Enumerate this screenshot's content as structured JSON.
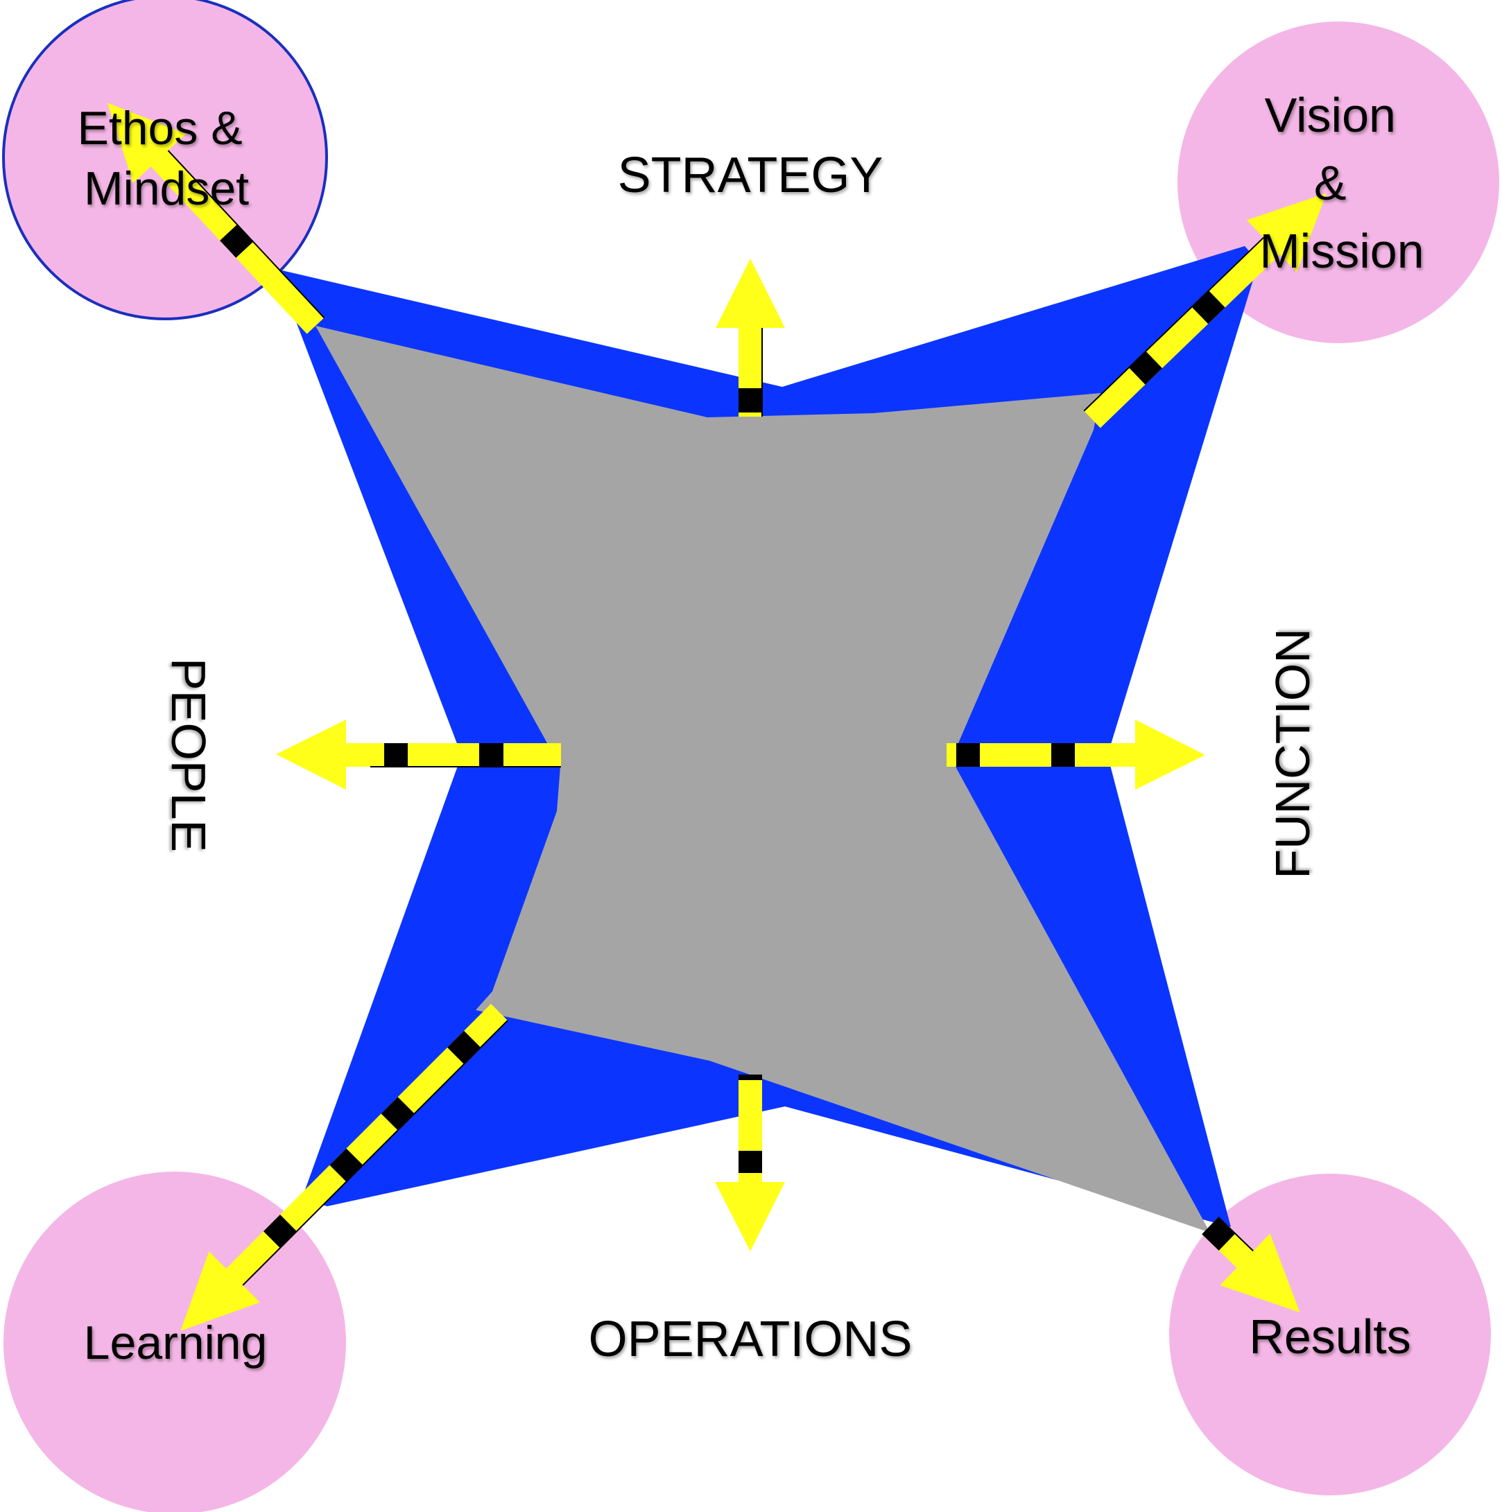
{
  "diagram": {
    "title": "",
    "colors": {
      "background": "#ffffff",
      "circle_fill": "#f4b6e6",
      "circle_outline": "#1a2fbf",
      "outer_shape": "#0b35ff",
      "inner_shape": "#a5a5a5",
      "arrow": "#ffff1a",
      "arrow_marker": "#000000",
      "text": "#000000"
    },
    "axis_labels": {
      "top": "STRATEGY",
      "bottom": "OPERATIONS",
      "left": "PEOPLE",
      "right": "FUNCTION"
    },
    "corner_nodes": [
      {
        "id": "top-left",
        "lines": [
          "Ethos &",
          "Mindset"
        ],
        "outlined": true
      },
      {
        "id": "top-right",
        "lines": [
          "Vision",
          "&",
          "Mission"
        ],
        "outlined": false
      },
      {
        "id": "bottom-left",
        "lines": [
          "Learning"
        ],
        "outlined": false
      },
      {
        "id": "bottom-right",
        "lines": [
          "Results"
        ],
        "outlined": false
      }
    ],
    "arrows": [
      {
        "direction": "up",
        "target": "STRATEGY"
      },
      {
        "direction": "down",
        "target": "OPERATIONS"
      },
      {
        "direction": "left",
        "target": "PEOPLE"
      },
      {
        "direction": "right",
        "target": "FUNCTION"
      },
      {
        "direction": "up-left",
        "target": "Ethos & Mindset"
      },
      {
        "direction": "up-right",
        "target": "Vision & Mission"
      },
      {
        "direction": "down-left",
        "target": "Learning"
      },
      {
        "direction": "down-right",
        "target": "Results"
      }
    ]
  }
}
